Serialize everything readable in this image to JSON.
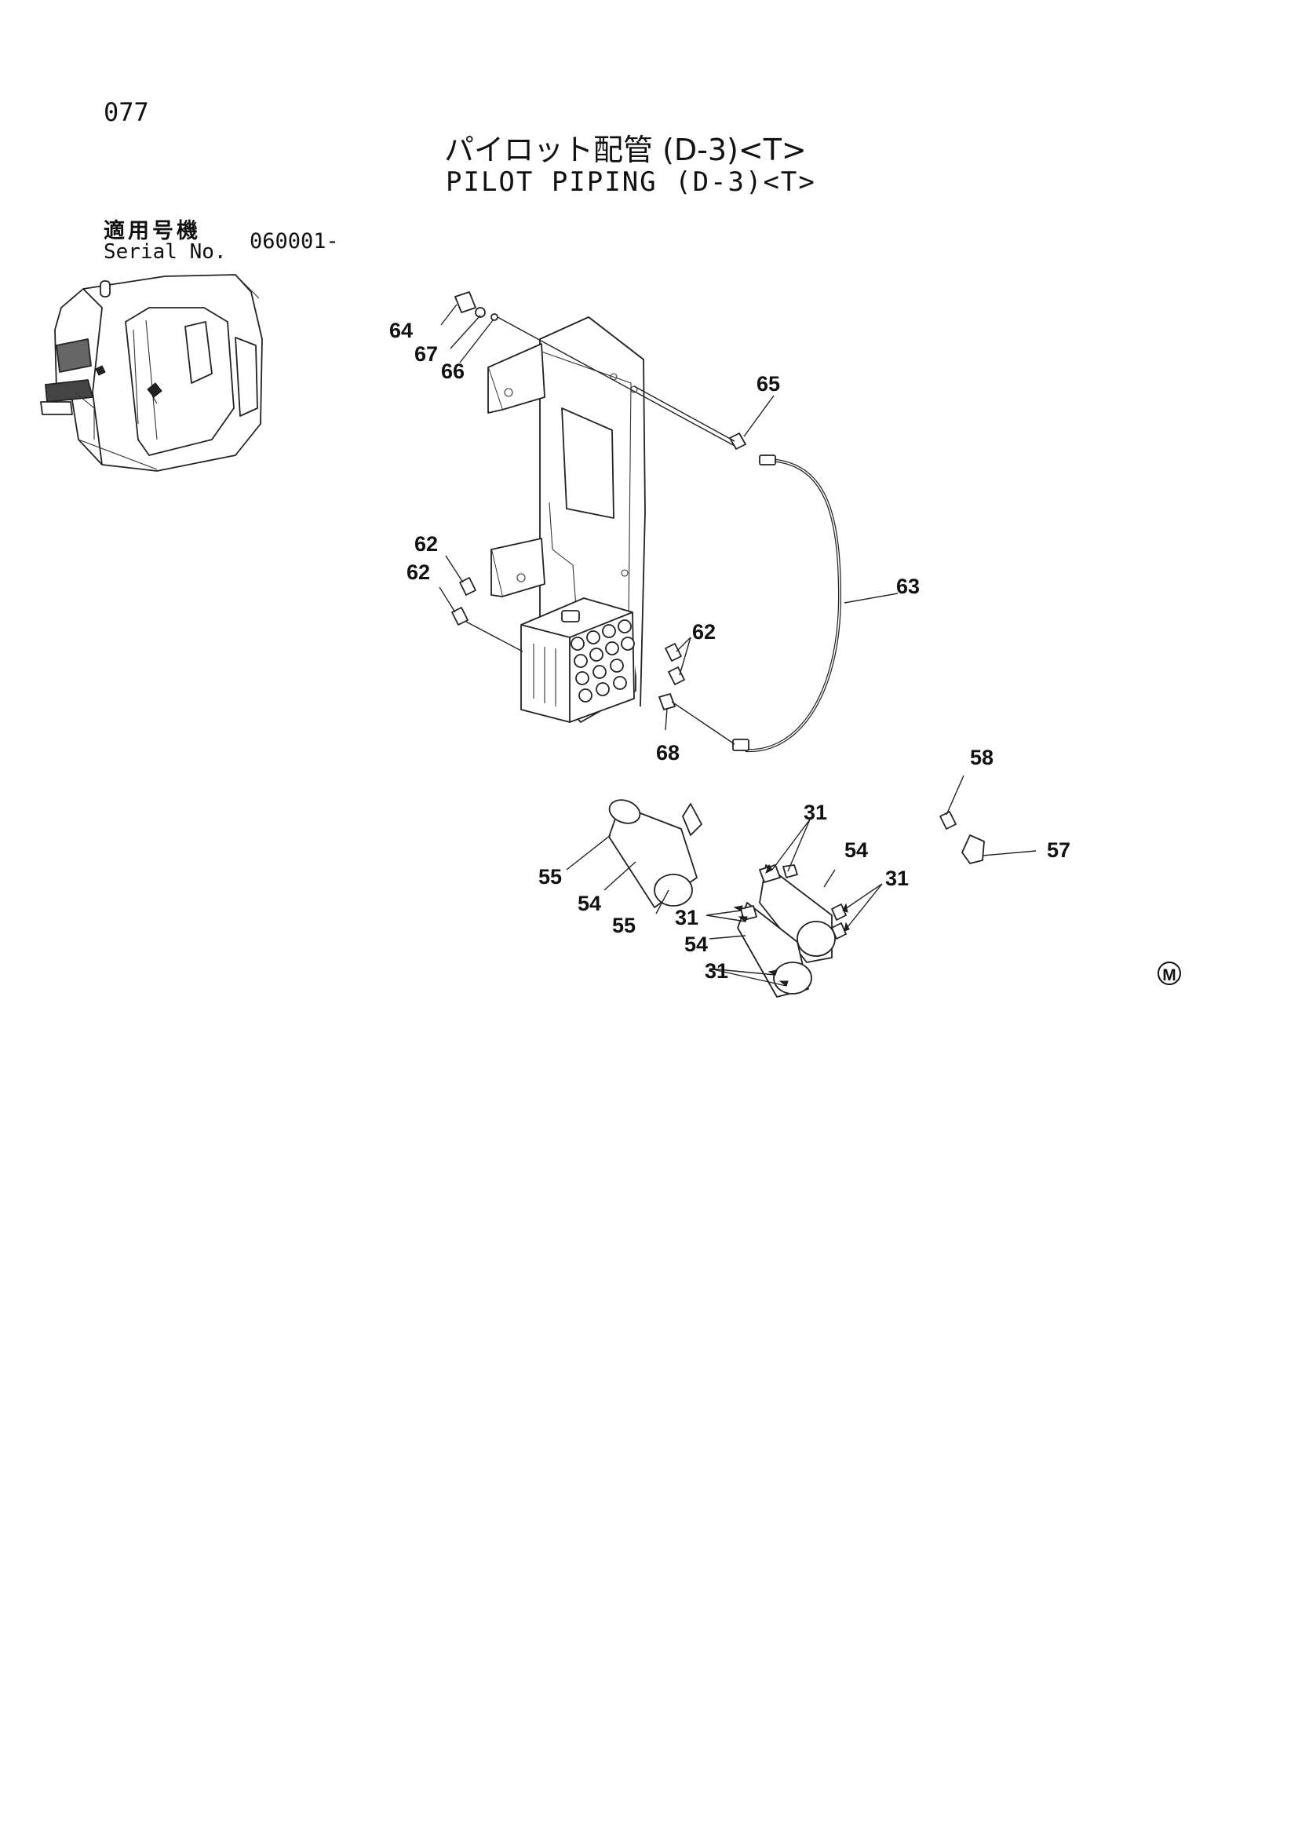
{
  "header": {
    "page_number": "077",
    "title_jp": "パイロット配管 (D-3)<T>",
    "title_en": "PILOT PIPING (D-3)<T>"
  },
  "serial": {
    "label_jp": "適用号機",
    "label_en": "Serial No.",
    "range": "060001-"
  },
  "callouts": [
    {
      "id": "c64",
      "label": "64"
    },
    {
      "id": "c67",
      "label": "67"
    },
    {
      "id": "c66",
      "label": "66"
    },
    {
      "id": "c65",
      "label": "65"
    },
    {
      "id": "c62a",
      "label": "62"
    },
    {
      "id": "c62b",
      "label": "62"
    },
    {
      "id": "c62c",
      "label": "62"
    },
    {
      "id": "c63",
      "label": "63"
    },
    {
      "id": "c68",
      "label": "68"
    },
    {
      "id": "c58",
      "label": "58"
    },
    {
      "id": "c57",
      "label": "57"
    },
    {
      "id": "c55a",
      "label": "55"
    },
    {
      "id": "c54a",
      "label": "54"
    },
    {
      "id": "c55b",
      "label": "55"
    },
    {
      "id": "c31a",
      "label": "31"
    },
    {
      "id": "c54b",
      "label": "54"
    },
    {
      "id": "c31b",
      "label": "31"
    },
    {
      "id": "c31c",
      "label": "31"
    },
    {
      "id": "c54c",
      "label": "54"
    },
    {
      "id": "c31d",
      "label": "31"
    }
  ],
  "mark": "M",
  "icons": [
    "excavator-cab-icon",
    "m-mark-icon"
  ]
}
